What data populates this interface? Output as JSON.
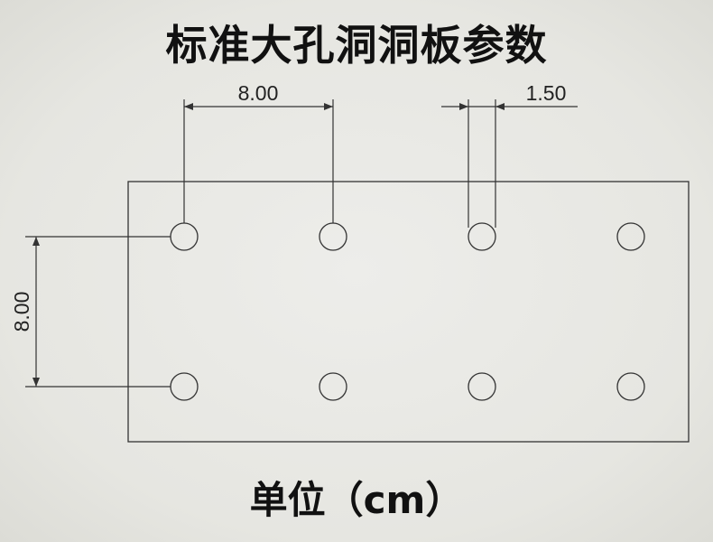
{
  "title": "标准大孔洞洞板参数",
  "unit_label": "单位（cm）",
  "dimensions": {
    "hole_spacing_horizontal": "8.00",
    "hole_diameter": "1.50",
    "hole_spacing_vertical": "8.00"
  },
  "holes": {
    "rows": 2,
    "columns": 4
  },
  "colors": {
    "line": "#333333",
    "background": "#e8e8e4",
    "text": "#111111"
  }
}
